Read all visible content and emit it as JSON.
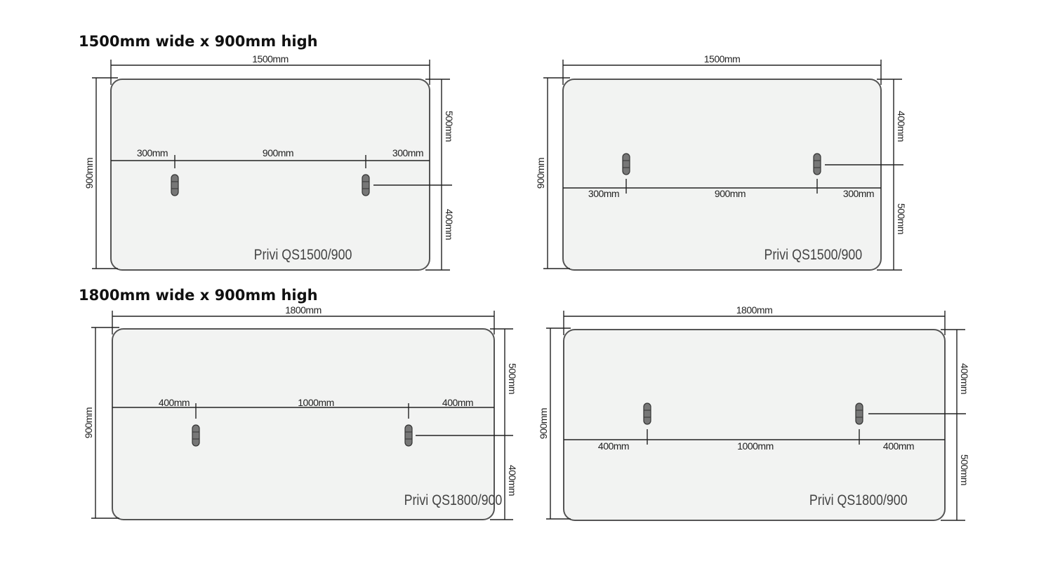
{
  "sections": [
    {
      "heading": "1500mm wide x 900mm high"
    },
    {
      "heading": "1800mm wide x 900mm high"
    }
  ],
  "panels": [
    {
      "product": "Privi QS1500/900",
      "width": "1500mm",
      "height": "900mm",
      "right_top": "500mm",
      "right_bottom": "400mm",
      "spacing": [
        "300mm",
        "900mm",
        "300mm"
      ]
    },
    {
      "product": "Privi QS1500/900",
      "width": "1500mm",
      "height": "900mm",
      "right_top": "400mm",
      "right_bottom": "500mm",
      "spacing": [
        "300mm",
        "900mm",
        "300mm"
      ]
    },
    {
      "product": "Privi QS1800/900",
      "width": "1800mm",
      "height": "900mm",
      "right_top": "500mm",
      "right_bottom": "400mm",
      "spacing": [
        "400mm",
        "1000mm",
        "400mm"
      ]
    },
    {
      "product": "Privi QS1800/900",
      "width": "1800mm",
      "height": "900mm",
      "right_top": "400mm",
      "right_bottom": "500mm",
      "spacing": [
        "400mm",
        "1000mm",
        "400mm"
      ]
    }
  ],
  "colors": {
    "panel_fill": "#f2f3f2",
    "line": "#222222",
    "clip": "#777777"
  }
}
